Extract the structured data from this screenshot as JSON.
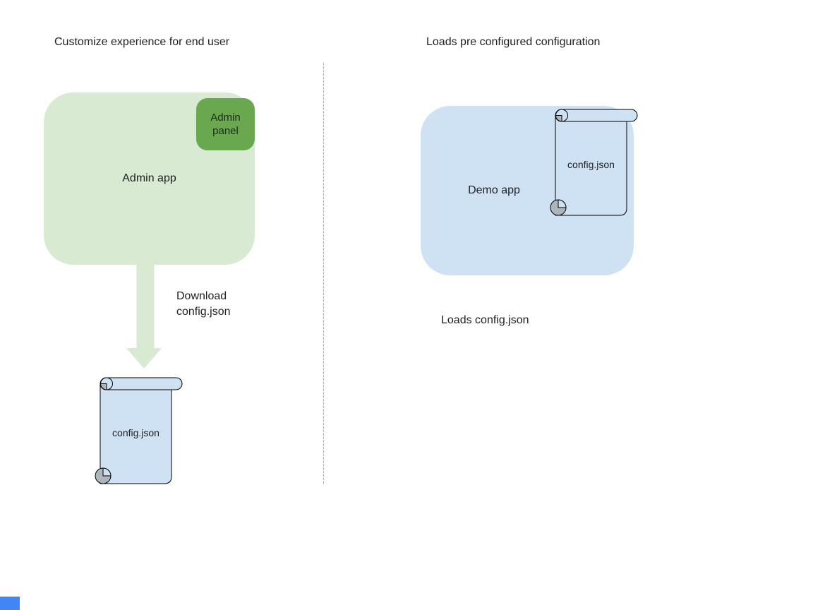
{
  "colors": {
    "green_light": "#d9ead3",
    "green_mid": "#6aa84f",
    "blue_light": "#cfe2f3",
    "curl_gray": "#adb5bd",
    "ink": "#202124",
    "divider_gray": "#8c8c8c",
    "blue_accent": "#4285f4"
  },
  "left_section": {
    "title": "Customize experience for end user",
    "admin_app_label": "Admin app",
    "admin_panel_label": "Admin panel",
    "arrow_label_line1": "Download",
    "arrow_label_line2": "config.json",
    "config_file_label": "config.json"
  },
  "right_section": {
    "title": "Loads pre configured configuration",
    "demo_app_label": "Demo app",
    "config_file_label": "config.json",
    "caption": "Loads config.json"
  }
}
